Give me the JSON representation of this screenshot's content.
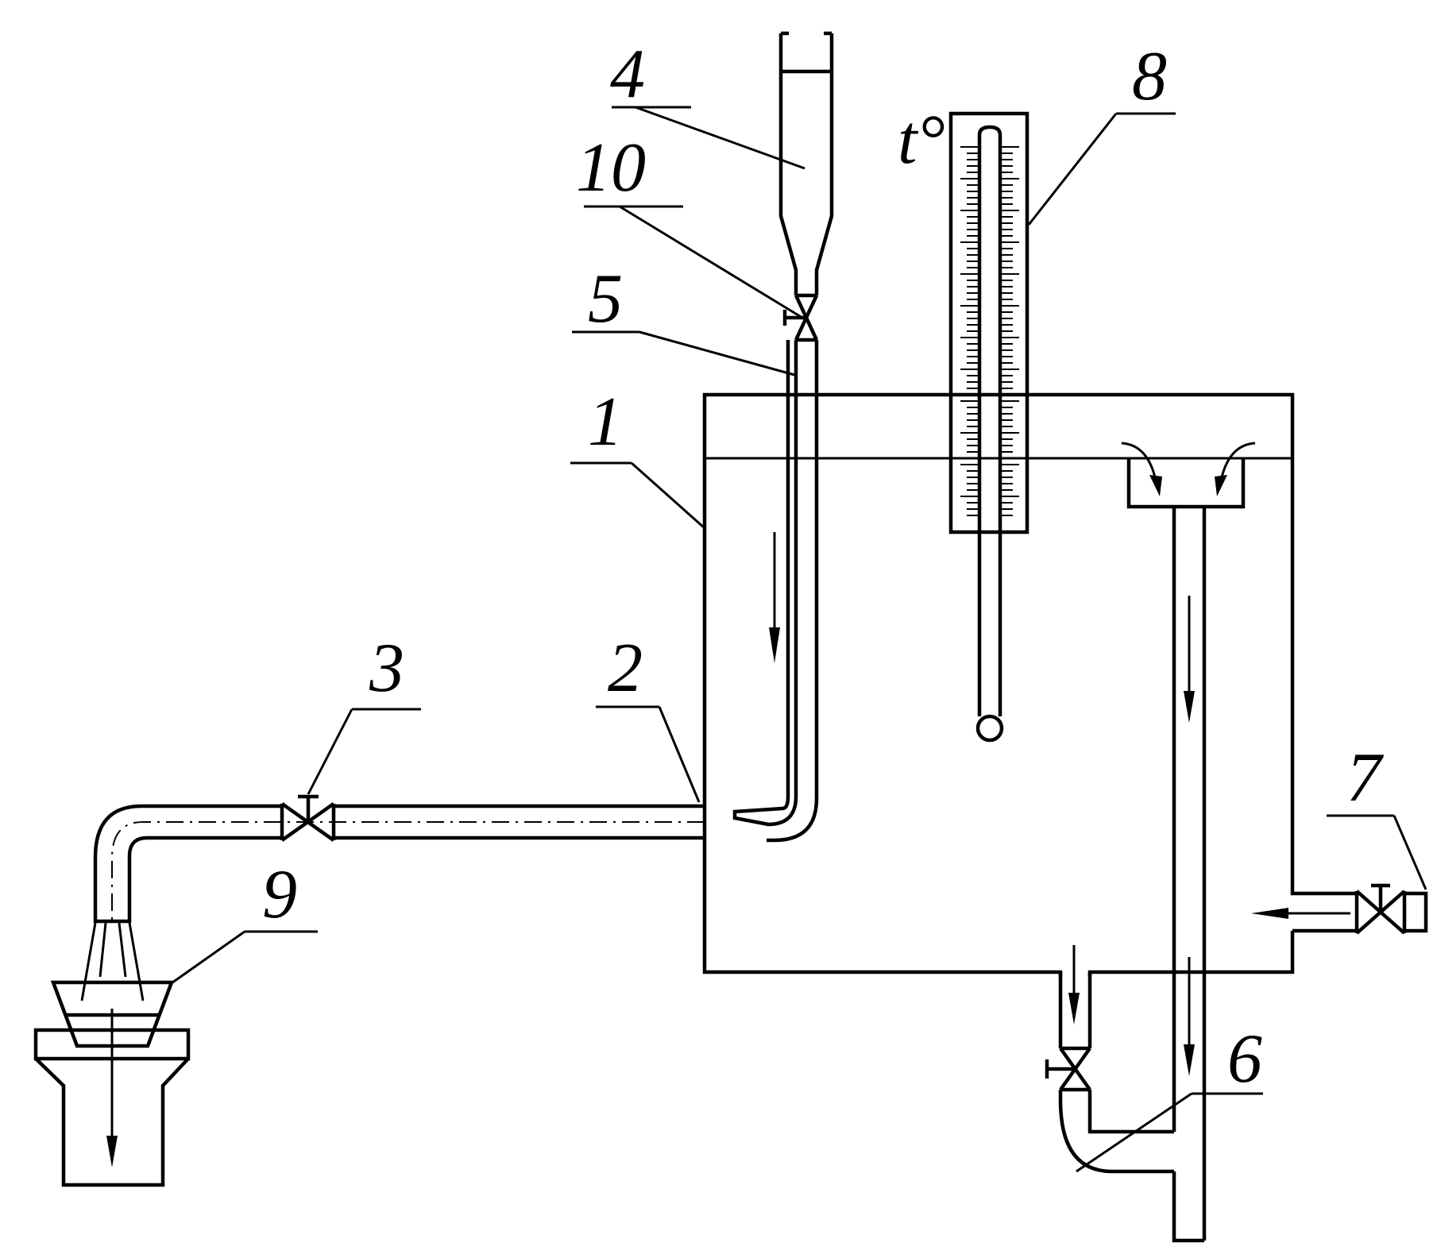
{
  "labels": {
    "n1": "1",
    "n2": "2",
    "n3": "3",
    "n4": "4",
    "n5": "5",
    "n6": "6",
    "n7": "7",
    "n8": "8",
    "n9": "9",
    "n10": "10",
    "temp": "t°"
  }
}
